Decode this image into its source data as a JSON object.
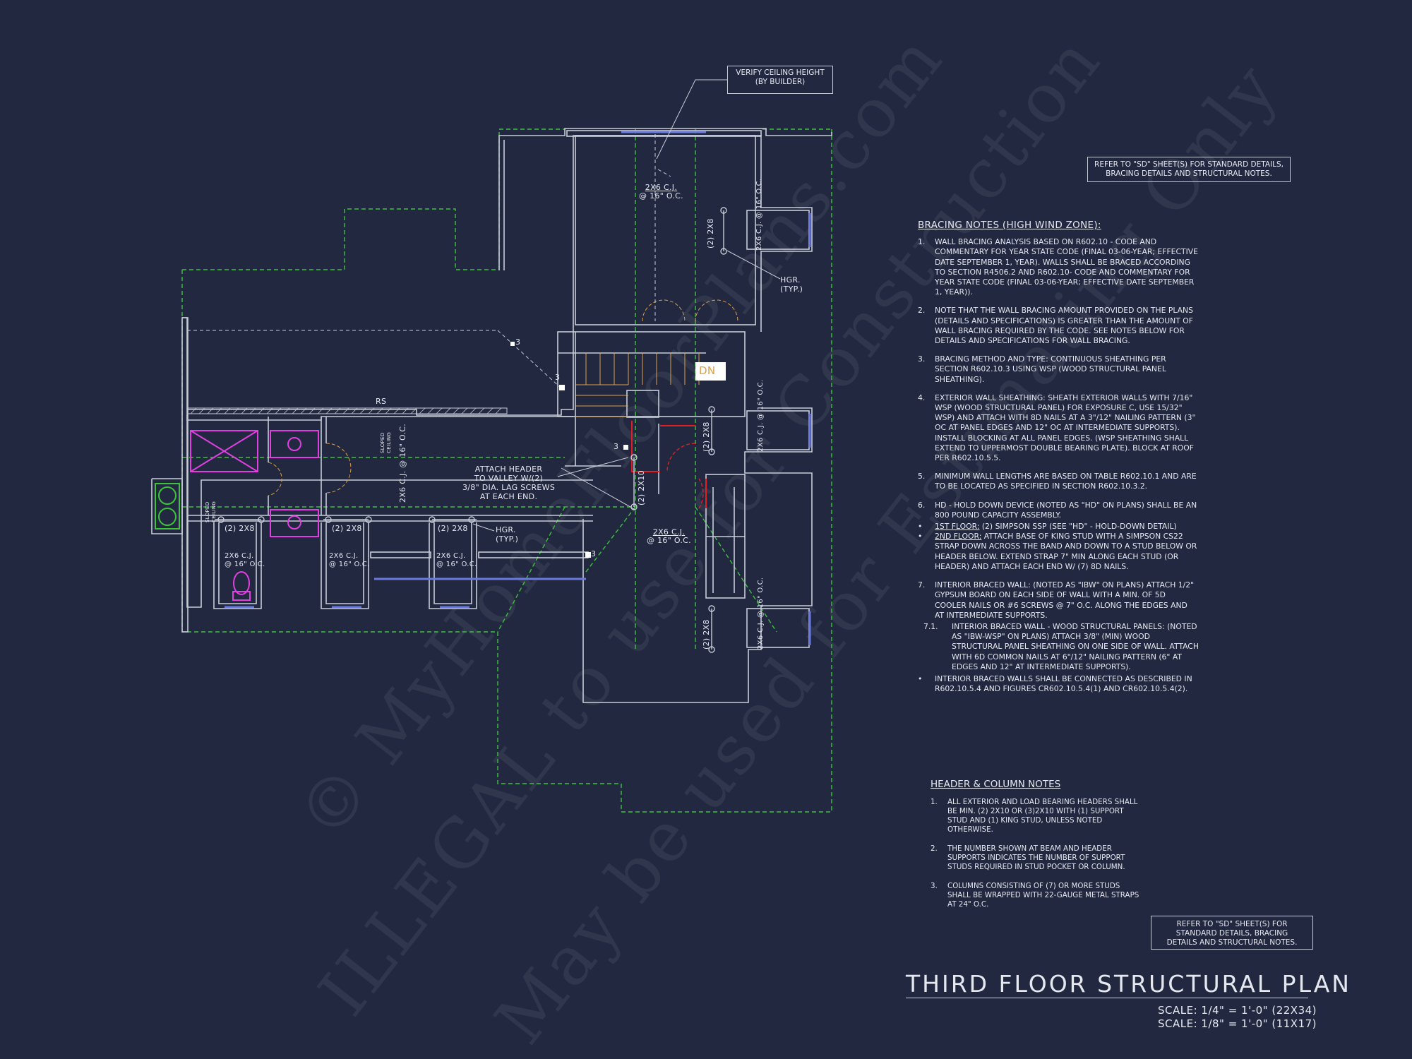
{
  "plan_labels": {
    "verify_ceiling": [
      "VERIFY CEILING HEIGHT",
      "(BY BUILDER)"
    ],
    "cj_top": [
      "2x6 C.J.",
      "@ 16\" O.C."
    ],
    "cj_right": "2x6 C.J. @ 16\" O.C.",
    "two_2x8": "(2) 2x8",
    "two_2x10": "(2) 2x10",
    "hgr_typ": [
      "HGR.",
      "(TYP.)"
    ],
    "rs": "RS",
    "sloped_ceiling": [
      "SLOPED",
      "CEILING"
    ],
    "dn": "DN",
    "attach_header": [
      "ATTACH HEADER",
      "TO VALLEY w/(2)",
      "3/8\" DIA. LAG SCREWS",
      "AT EACH END."
    ],
    "cj_mid": "2x6 C.J. @ 16\" O.C.",
    "num_3": "3"
  },
  "refer_note_top": [
    "REFER TO \"SD\" SHEET(S) FOR STANDARD DETAILS,",
    "BRACING  DETAILS AND STRUCTURAL NOTES."
  ],
  "refer_note_bottom": [
    "REFER TO \"SD\"  SHEET(S) FOR",
    "STANDARD DETAILS, BRACING",
    "DETAILS AND STRUCTURAL NOTES."
  ],
  "bracing_notes": {
    "heading": "BRACING NOTES (HIGH WIND ZONE):",
    "items": [
      {
        "num": "1.",
        "text": "WALL BRACING ANALYSIS BASED ON R602.10 - CODE AND COMMENTARY FOR YEAR STATE CODE (FINAL 03-06-YEAR; EFFECTIVE DATE SEPTEMBER 1, YEAR). WALLS SHALL BE BRACED ACCORDING TO SECTION R4506.2 AND R602.10- CODE AND COMMENTARY FOR YEAR STATE CODE (FINAL 03-06-YEAR; EFFECTIVE DATE SEPTEMBER 1, YEAR))."
      },
      {
        "num": "2.",
        "text": "NOTE THAT THE WALL BRACING AMOUNT PROVIDED ON THE PLANS (DETAILS AND SPECIFICATIONS) IS GREATER THAN THE AMOUNT OF WALL BRACING REQUIRED BY THE CODE. SEE NOTES BELOW FOR DETAILS AND SPECIFICATIONS FOR WALL BRACING."
      },
      {
        "num": "3.",
        "text": "BRACING METHOD AND TYPE: CONTINUOUS SHEATHING PER SECTION R602.10.3 USING WSP (WOOD STRUCTURAL PANEL SHEATHING)."
      },
      {
        "num": "4.",
        "text": "EXTERIOR WALL SHEATHING: SHEATH EXTERIOR WALLS WITH 7/16\" WSP (WOOD STRUCTURAL PANEL) FOR EXPOSURE C, USE 15/32\" WSP) AND ATTACH WITH 8d NAILS AT A 3\"/12\" NAILING PATTERN (3\" OC AT PANEL EDGES AND 12\" OC AT INTERMEDIATE SUPPORTS). INSTALL BLOCKING AT ALL PANEL EDGES. (WSP SHEATHING SHALL EXTEND TO UPPERMOST DOUBLE BEARING PLATE). BLOCK AT ROOF PER R602.10.5.5."
      },
      {
        "num": "5.",
        "text": "MINIMUM WALL LENGTHS ARE BASED ON TABLE R602.10.1 AND ARE TO BE LOCATED AS SPECIFIED IN SECTION R602.10.3.2."
      },
      {
        "num": "6.",
        "text": "HD - HOLD DOWN DEVICE (NOTED AS \"HD\" ON PLANS) SHALL BE AN 800 POUND CAPACITY ASSEMBLY."
      },
      {
        "num": "•",
        "lead": "1ST FLOOR:",
        "text": " (2) SIMPSON SSP (SEE \"HD\" - HOLD-DOWN DETAIL)"
      },
      {
        "num": "•",
        "lead": "2ND FLOOR:",
        "text": " ATTACH BASE OF KING STUD WITH A SIMPSON CS22 STRAP DOWN ACROSS THE BAND AND DOWN TO A STUD BELOW OR HEADER BELOW.  EXTEND STRAP 7\" MIN ALONG EACH STUD (OR HEADER) AND ATTACH EACH END W/ (7) 8d NAILS."
      },
      {
        "num": "7.",
        "text": "INTERIOR BRACED WALL: (NOTED AS \"IBW\" ON PLANS) ATTACH 1/2\" GYPSUM BOARD ON EACH SIDE OF WALL WITH A MIN. OF 5d COOLER NAILS OR #6 SCREWS @ 7\" O.C. ALONG THE EDGES AND AT INTERMEDIATE SUPPORTS."
      },
      {
        "num": "7.1.",
        "text": "INTERIOR BRACED WALL - WOOD STRUCTURAL PANELS: (NOTED AS \"IBW-WSP\" ON PLANS) ATTACH 3/8\" (MIN) WOOD STRUCTURAL PANEL SHEATHING ON ONE SIDE OF WALL. ATTACH WITH 6d COMMON NAILS AT 6\"/12\" NAILING PATTERN (6\" AT EDGES AND 12\" AT INTERMEDIATE SUPPORTS)."
      },
      {
        "num": "•",
        "text": "INTERIOR BRACED WALLS SHALL BE CONNECTED AS DESCRIBED IN R602.10.5.4 AND FIGURES CR602.10.5.4(1) AND CR602.10.5.4(2)."
      }
    ]
  },
  "header_notes": {
    "heading": "HEADER & COLUMN NOTES",
    "items": [
      {
        "num": "1.",
        "text": "ALL EXTERIOR AND LOAD BEARING HEADERS SHALL BE MIN. (2) 2x10 OR (3)2x10 WITH (1) SUPPORT STUD AND (1) KING STUD, UNLESS NOTED OTHERWISE."
      },
      {
        "num": "2.",
        "text": "THE NUMBER SHOWN AT BEAM AND HEADER SUPPORTS INDICATES THE NUMBER OF SUPPORT STUDS REQUIRED IN STUD POCKET OR COLUMN."
      },
      {
        "num": "3.",
        "text": "COLUMNS CONSISTING OF (7) OR MORE STUDS SHALL BE WRAPPED WITH 22-GAUGE METAL STRAPS AT 24\" O.C."
      }
    ]
  },
  "title": "THIRD FLOOR STRUCTURAL PLAN",
  "scale_1": "SCALE: 1/4\" = 1'-0\" (22x34)",
  "scale_2": "SCALE: 1/8\" = 1'-0\" (11x17)",
  "watermarks": [
    "© MyHomeFloorPlans.com",
    "ILLEGAL to use for Construction",
    "May be used for Estimating Only"
  ],
  "colors": {
    "background": "#222840",
    "wall": "#c8ccd8",
    "dashed_green": "#3ec23e",
    "fixture_magenta": "#e040e0",
    "window_blue": "#6a7ae0",
    "door_orange": "#d9a04a",
    "header_red": "#e02020"
  }
}
